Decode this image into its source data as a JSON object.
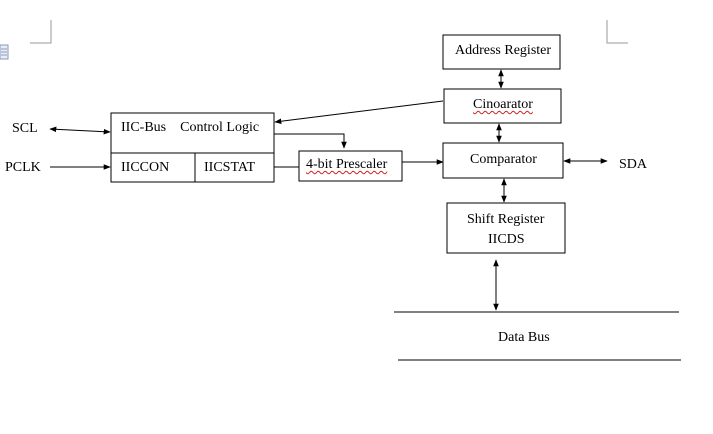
{
  "signals": {
    "scl": "SCL",
    "pclk": "PCLK",
    "sda": "SDA"
  },
  "blocks": {
    "control_logic": "IIC-Bus    Control Logic",
    "iiccon": "IICCON",
    "iicstat": "IICSTAT",
    "prescaler": "4-bit Prescaler",
    "address_register": "Address Register",
    "cinoarator": "Cinoarator",
    "comparator": "Comparator",
    "shift_register_line1": "Shift Register",
    "shift_register_line2": "IICDS",
    "data_bus": "Data Bus"
  }
}
